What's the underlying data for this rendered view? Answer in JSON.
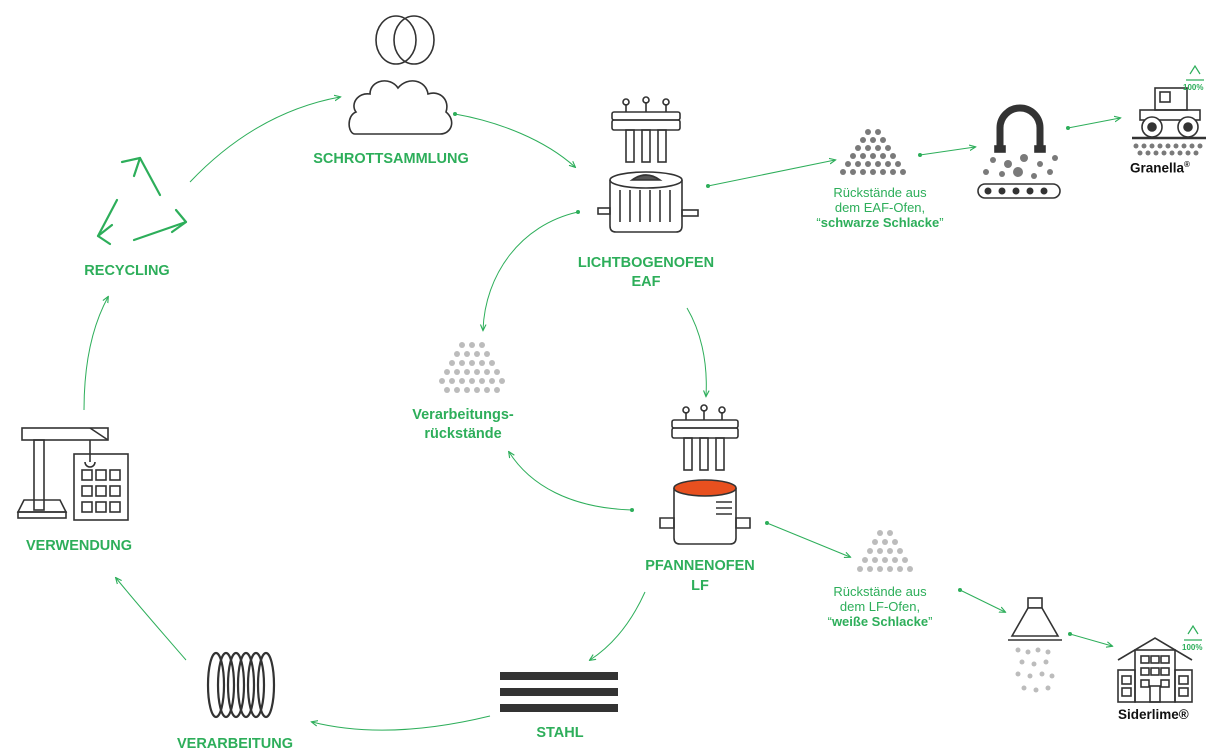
{
  "colors": {
    "accent": "#2dae5a",
    "icon": "#333333",
    "dots": "#7a7a7a",
    "light_dots": "#bcbcbc",
    "molten": "#e8501f"
  },
  "labels": {
    "scrap": "SCHROTTSAMMLUNG",
    "recycling": "RECYCLING",
    "eaf_line1": "LICHTBOGENOFEN",
    "eaf_line2": "EAF",
    "residues_line1": "Verarbeitungs-",
    "residues_line2": "rückstände",
    "lf_line1": "PFANNENOFEN",
    "lf_line2": "LF",
    "use": "VERWENDUNG",
    "steel": "STAHL",
    "processing": "VERARBEITUNG"
  },
  "black_slag": {
    "line1": "Rückstände aus",
    "line2": "dem EAF-Ofen,",
    "open_quote": "“",
    "emphasis": "schwarze Schlacke",
    "close_quote": "”"
  },
  "white_slag": {
    "line1": "Rückstände aus",
    "line2": "dem LF-Ofen,",
    "open_quote": "“",
    "emphasis": "weiße Schlacke",
    "close_quote": "”"
  },
  "products": {
    "granella": {
      "name": "Granella",
      "mark": "®",
      "recycled": "100%"
    },
    "siderlime": {
      "name": "Siderlime®",
      "recycled": "100%"
    }
  },
  "icons": {
    "scrap": "scrap-coil-cloud-icon",
    "recycling": "recycling-arrows-icon",
    "eaf": "electric-arc-furnace-icon",
    "lf": "ladle-furnace-icon",
    "residues": "residue-heap-icon",
    "use": "construction-crane-building-icon",
    "steel": "steel-bars-icon",
    "processing": "wire-coil-icon",
    "magnet": "magnetic-separator-icon",
    "roller": "road-roller-icon",
    "spreader": "lime-spreader-icon",
    "factory": "factory-building-icon"
  }
}
